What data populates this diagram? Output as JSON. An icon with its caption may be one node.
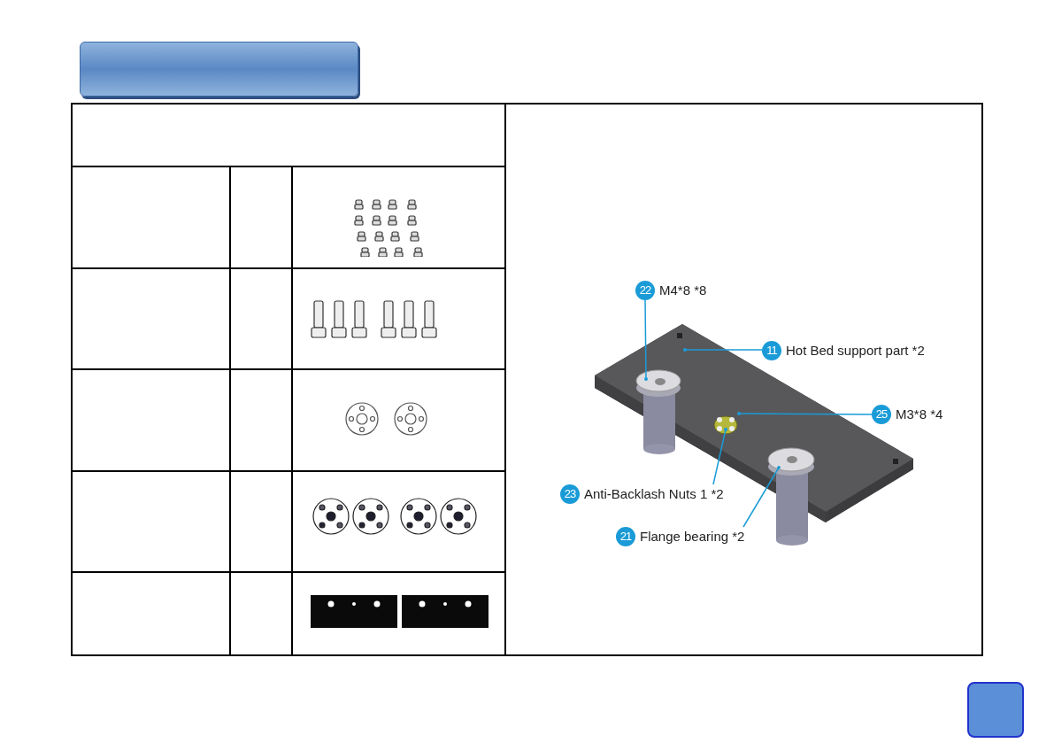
{
  "diagram": {
    "nodes": [
      {
        "text": [
          "22"
        ],
        "beside": [
          "M4*8 *8"
        ]
      },
      {
        "text": [
          "11"
        ],
        "beside": [
          "Hot Bed support part *2"
        ]
      },
      {
        "text": [
          "25"
        ],
        "beside": [
          "M3*8 *4"
        ]
      },
      {
        "text": [
          "23"
        ],
        "beside": [
          "Anti-Backlash Nuts 1 *2"
        ]
      },
      {
        "text": [
          "21"
        ],
        "beside": [
          "Flange bearing *2"
        ]
      }
    ],
    "edges": [
      {
        "from": 0,
        "to": null,
        "arrow": "other"
      },
      {
        "from": 1,
        "to": null,
        "arrow": "other"
      },
      {
        "from": 2,
        "to": null,
        "arrow": "other"
      },
      {
        "from": 3,
        "to": null,
        "arrow": "other"
      },
      {
        "from": 4,
        "to": null,
        "arrow": "other"
      }
    ]
  }
}
